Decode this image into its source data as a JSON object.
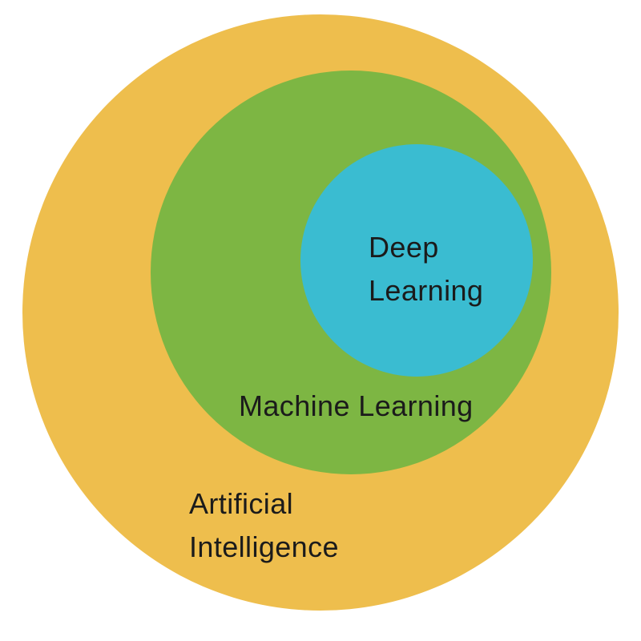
{
  "diagram": {
    "type": "nested-circles",
    "nesting": "Deep Learning inside Machine Learning inside Artificial Intelligence",
    "background_color": "#ffffff",
    "text_color": "#1b1b1b",
    "sets": [
      {
        "id": "artificial-intelligence",
        "label": "Artificial Intelligence",
        "lines": [
          "Artificial",
          "Intelligence"
        ],
        "color": "#eebe4d"
      },
      {
        "id": "machine-learning",
        "label": "Machine Learning",
        "lines": [
          "Machine Learning"
        ],
        "color": "#7db643"
      },
      {
        "id": "deep-learning",
        "label": "Deep Learning",
        "lines": [
          "Deep",
          "Learning"
        ],
        "color": "#3abcd1"
      }
    ]
  }
}
